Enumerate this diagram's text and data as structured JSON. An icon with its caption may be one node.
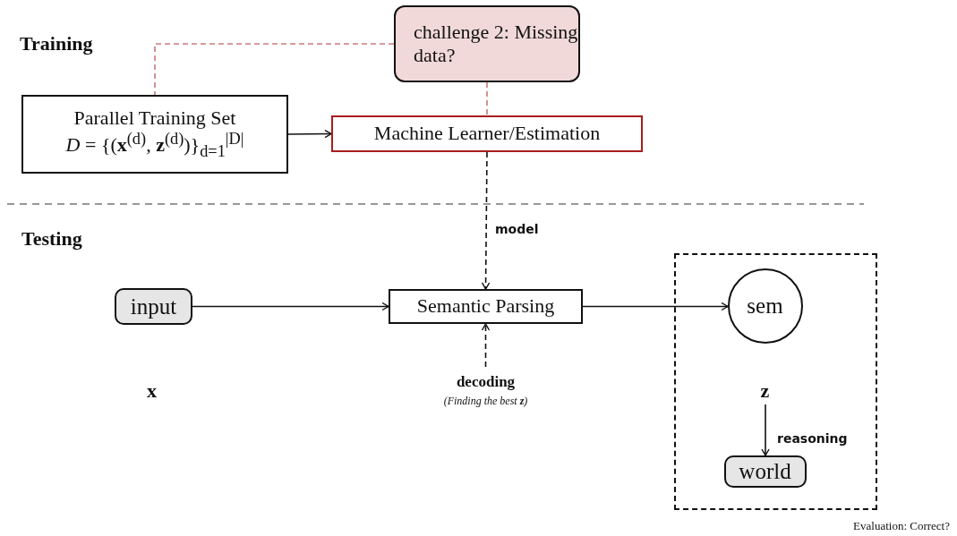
{
  "diagram": {
    "nodes": [
      {
        "text": [
          "challenge 2: Missing data?"
        ]
      },
      {
        "text": [
          "Parallel Training Set",
          "*D* = {(**x**$^{(d)}$, **z**$^{(d)}$)}$_{d=1}$$^{|D|}$"
        ]
      },
      {
        "text": [
          "Machine Learner/Estimation"
        ]
      },
      {
        "text": [
          "Semantic Parsing"
        ]
      },
      {
        "text": [
          "input"
        ]
      },
      {
        "text": [],
        "shape": "box",
        "beside": [
          "Evaluation: Correct?"
        ]
      },
      {
        "text": [
          "sem"
        ],
        "in": 5
      },
      {
        "text": [
          "world"
        ],
        "in": 5
      },
      {
        "text": [
          "decoding",
          "(Finding the best **z**)"
        ]
      },
      {
        "text": [
          "z"
        ],
        "in": 5
      }
    ],
    "edges": [
      {
        "from": 0,
        "to": 1,
        "arrow": "none",
        "style": "dashed",
        "color": "#b03a3a"
      },
      {
        "from": 0,
        "to": 2,
        "arrow": "none",
        "style": "dashed",
        "color": "#b03a3a"
      },
      {
        "from": 1,
        "to": 2,
        "arrow": "to"
      },
      {
        "from": 2,
        "to": 3,
        "arrow": "to",
        "style": "dashed",
        "label": "model"
      },
      {
        "from": 4,
        "to": 3,
        "arrow": "to"
      },
      {
        "from": 3,
        "to": 6,
        "arrow": "to"
      },
      {
        "from": 8,
        "to": 3,
        "arrow": "to",
        "style": "dashed"
      },
      {
        "from": 9,
        "to": 7,
        "arrow": "to",
        "label": "reasoning"
      }
    ],
    "labels": [
      "Training",
      "Testing",
      "x"
    ]
  }
}
